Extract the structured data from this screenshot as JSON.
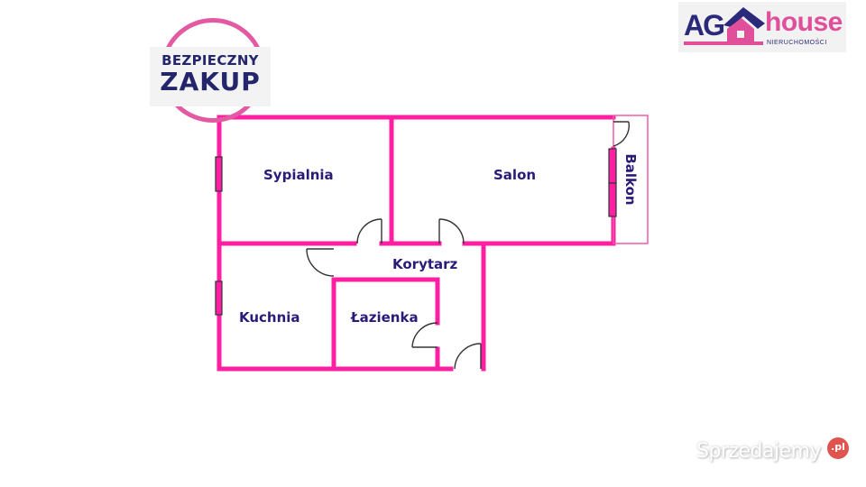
{
  "badge": {
    "line1": "BEZPIECZNY",
    "line2": "ZAKUP"
  },
  "logo": {
    "part1": "AG",
    "part2": "house",
    "subtitle": "NIERUCHOMOŚCI"
  },
  "watermark": {
    "text": "Sprzedajemy",
    "suffix": ".pl"
  },
  "rooms": [
    {
      "name": "Sypialnia"
    },
    {
      "name": "Salon"
    },
    {
      "name": "Balkon"
    },
    {
      "name": "Korytarz"
    },
    {
      "name": "Kuchnia"
    },
    {
      "name": "Łazienka"
    }
  ],
  "colors": {
    "wall": "#ff1fa3",
    "label": "#2b1a78",
    "door": "#333333",
    "balcony": "#f05aa8"
  }
}
